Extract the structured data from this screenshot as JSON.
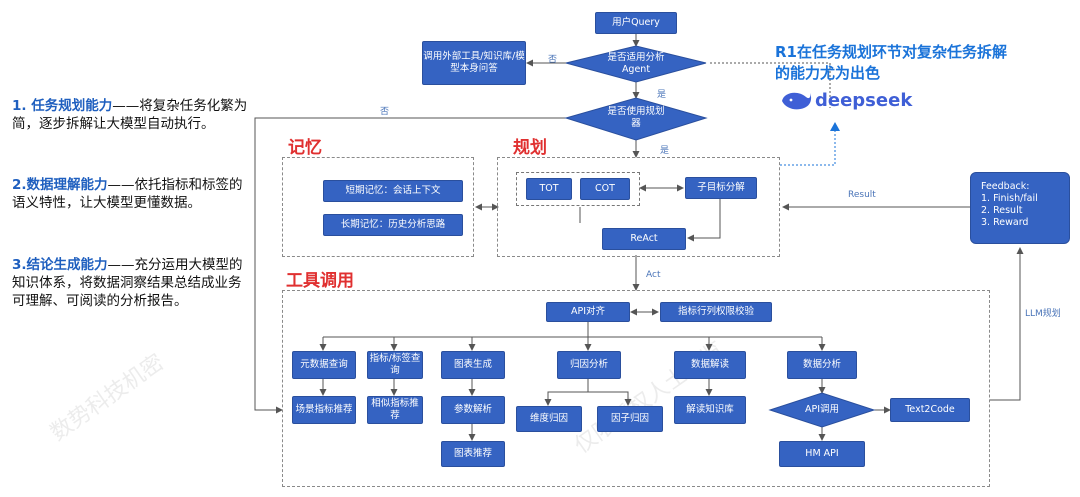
{
  "left_panel": {
    "item1_title": "1. 任务规划能力",
    "item1_text": "——将复杂任务化繁为简，逐步拆解让大模型自动执行。",
    "item2_title": "2.数据理解能力",
    "item2_text": "——依托指标和标签的语义特性，让大模型更懂数据。",
    "item3_title": "3.结论生成能力",
    "item3_text": "——充分运用大模型的知识体系，将数据洞察结果总结成业务可理解、可阅读的分析报告。"
  },
  "top_flow": {
    "user_query": "用户Query",
    "decision_agent": "是否适用分析Agent",
    "external_tools": "调用外部工具/知识库/模型本身问答",
    "decision_planner": "是否使用规划器",
    "label_no1": "否",
    "label_yes1": "是",
    "label_no2": "否",
    "label_yes2": "是"
  },
  "note": {
    "text": "R1在任务规划环节对复杂任务拆解的能力尤为出色",
    "brand": "deepseek"
  },
  "memory": {
    "title": "记忆",
    "short_term": "短期记忆：会话上下文",
    "long_term": "长期记忆：历史分析思路"
  },
  "planning": {
    "title": "规划",
    "tot": "TOT",
    "cot": "COT",
    "subgoal": "子目标分解",
    "react": "ReAct"
  },
  "feedback": {
    "title": "Feedback:",
    "item1": "1. Finish/fail",
    "item2": "2. Result",
    "item3": "3. Reward",
    "result_label": "Result",
    "llm_label": "LLM规划"
  },
  "act_label": "Act",
  "tools": {
    "title": "工具调用",
    "api_align": "API对齐",
    "permission": "指标行列权限校验",
    "meta_query": "元数据查询",
    "metric_query": "指标/标签查询",
    "chart_gen": "图表生成",
    "attribution": "归因分析",
    "interpret": "数据解读",
    "analysis": "数据分析",
    "scene_rec": "场景指标推荐",
    "similar_rec": "相似指标推荐",
    "param_parse": "参数解析",
    "chart_rec": "图表推荐",
    "dim_attr": "维度归因",
    "factor_attr": "因子归因",
    "knowledge": "解读知识库",
    "api_call": "API调用",
    "text2code": "Text2Code",
    "hm_api": "HM API"
  },
  "colors": {
    "box_blue": "#3563c2",
    "section_red": "#e03030",
    "note_blue": "#1a73d9"
  }
}
